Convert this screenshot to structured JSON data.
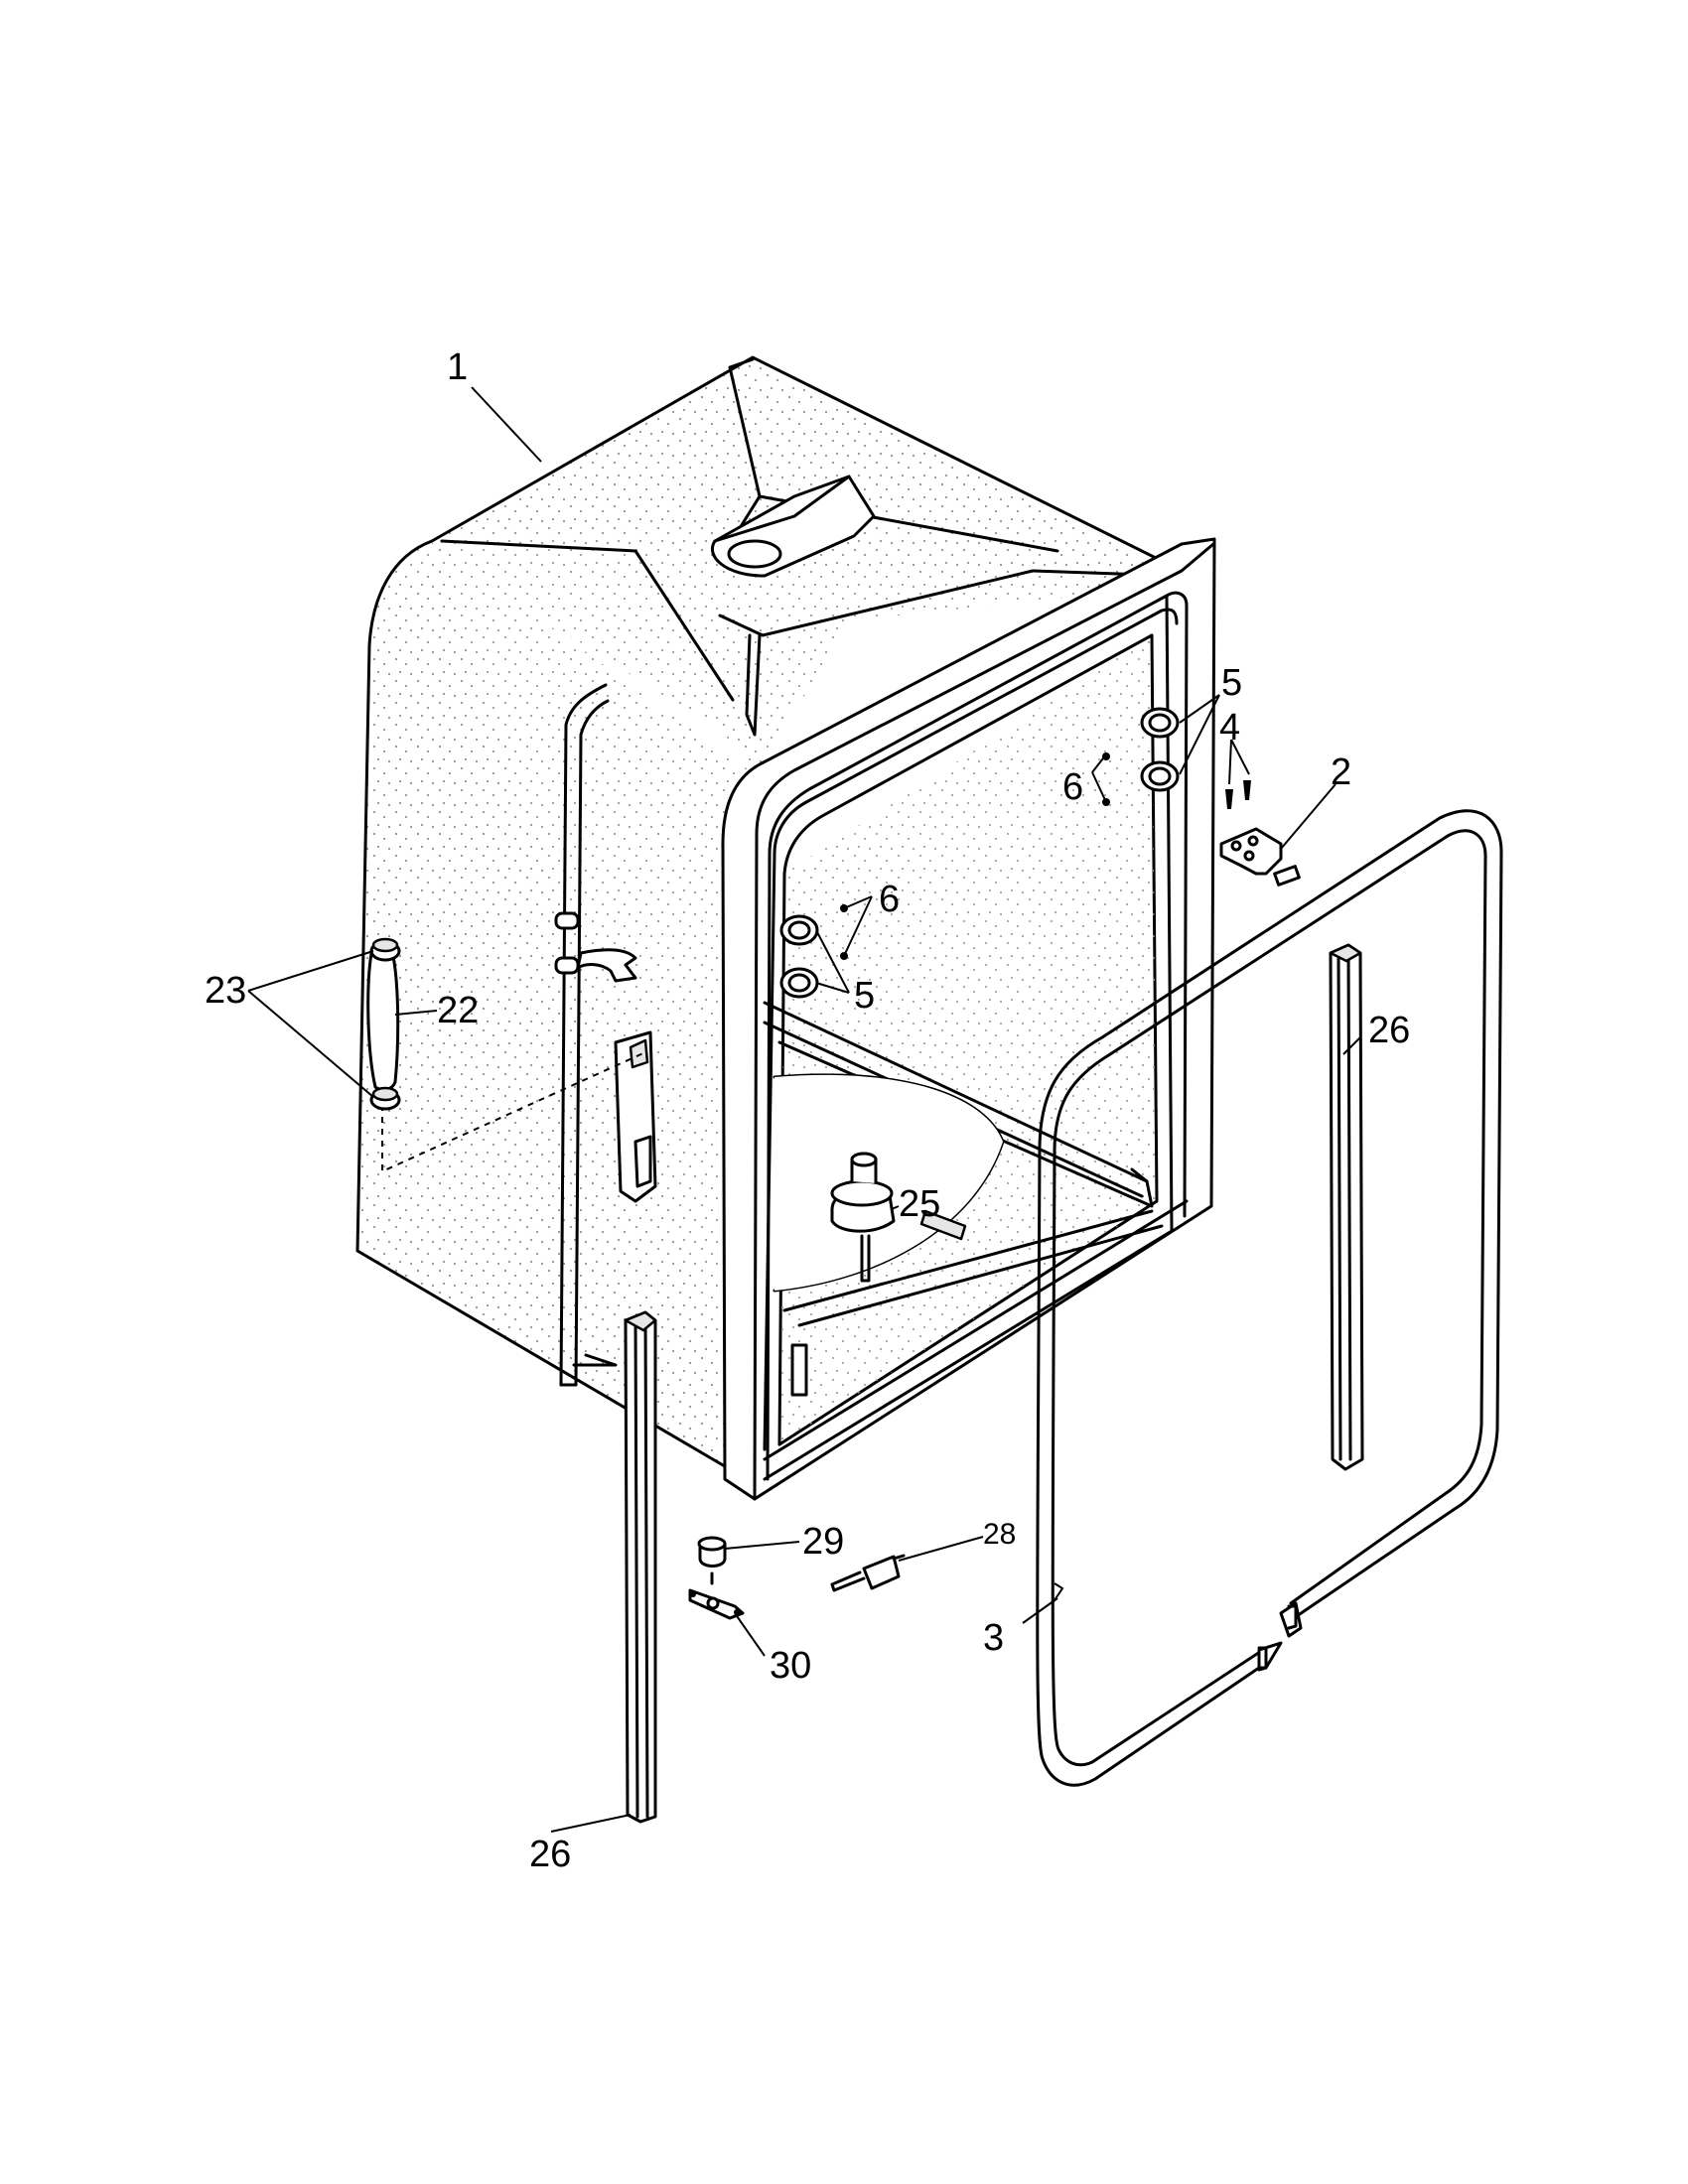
{
  "callouts": {
    "c1": "1",
    "c2": "2",
    "c3": "3",
    "c4": "4",
    "c5_upper": "5",
    "c5_lower": "5",
    "c6_upper": "6",
    "c6_lower": "6",
    "c22": "22",
    "c23": "23",
    "c25": "25",
    "c26_right": "26",
    "c26_bottom": "26",
    "c28": "28",
    "c29": "29",
    "c30": "30"
  }
}
